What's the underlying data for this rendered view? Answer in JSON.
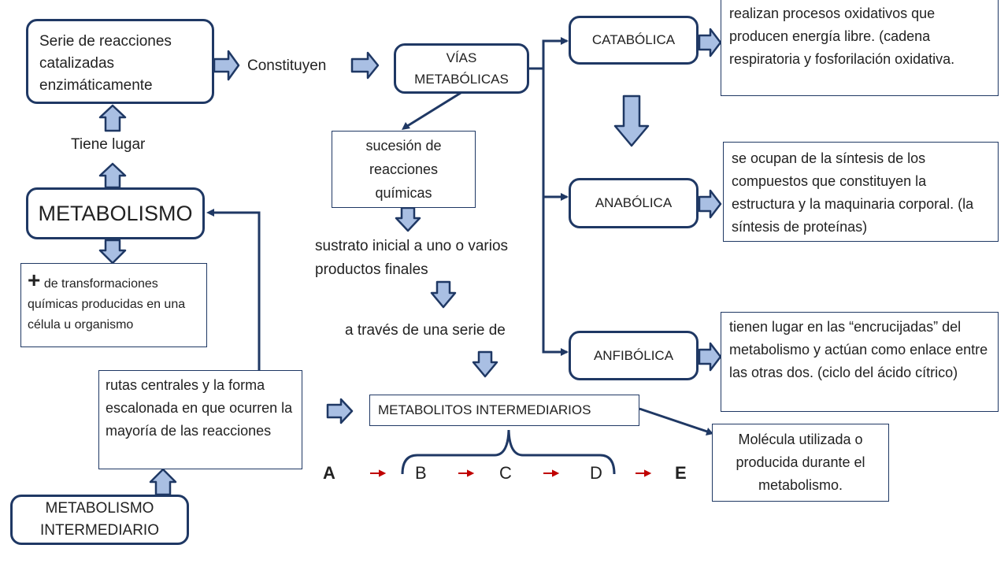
{
  "nodes": {
    "serie": "Serie de reacciones catalizadas enzimáticamente",
    "constituyen": "Constituyen",
    "vias": "VÍAS METABÓLICAS",
    "catabolica": "CATABÓLICA",
    "catabolica_desc": "realizan procesos oxidativos que producen energía libre. (cadena respiratoria y fosforilación oxidativa.",
    "tiene_lugar": "Tiene lugar",
    "sucesion": "sucesión de reacciones químicas",
    "anabolica": "ANABÓLICA",
    "anabolica_desc": "se ocupan de la síntesis de los compuestos que constituyen la estructura y la maquinaria corporal. (la síntesis de proteínas)",
    "metabolismo": "METABOLISMO",
    "sustrato": "sustrato inicial a uno o varios productos finales",
    "plus_sign": "+",
    "plus_text": "de transformaciones químicas producidas en una célula u organismo",
    "a_traves": "a través de una serie de",
    "anfibolica": "ANFIBÓLICA",
    "anfibolica_desc": "tienen lugar en las “encrucijadas” del metabolismo y actúan como enlace entre las otras dos. (ciclo del ácido cítrico)",
    "rutas": "rutas centrales y la forma escalonada en que ocurren la mayoría de las reacciones",
    "metabolitos": "METABOLITOS INTERMEDIARIOS",
    "molecula": "Molécula utilizada o producida durante el metabolismo.",
    "metab_intermediario": "METABOLISMO INTERMEDIARIO"
  },
  "sequence": {
    "letters": [
      "A",
      "B",
      "C",
      "D",
      "E"
    ],
    "arrow": "→"
  },
  "colors": {
    "border": "#1f3864",
    "arrow_fill": "#a9bfe3",
    "sequence_arrow": "#c00000"
  }
}
